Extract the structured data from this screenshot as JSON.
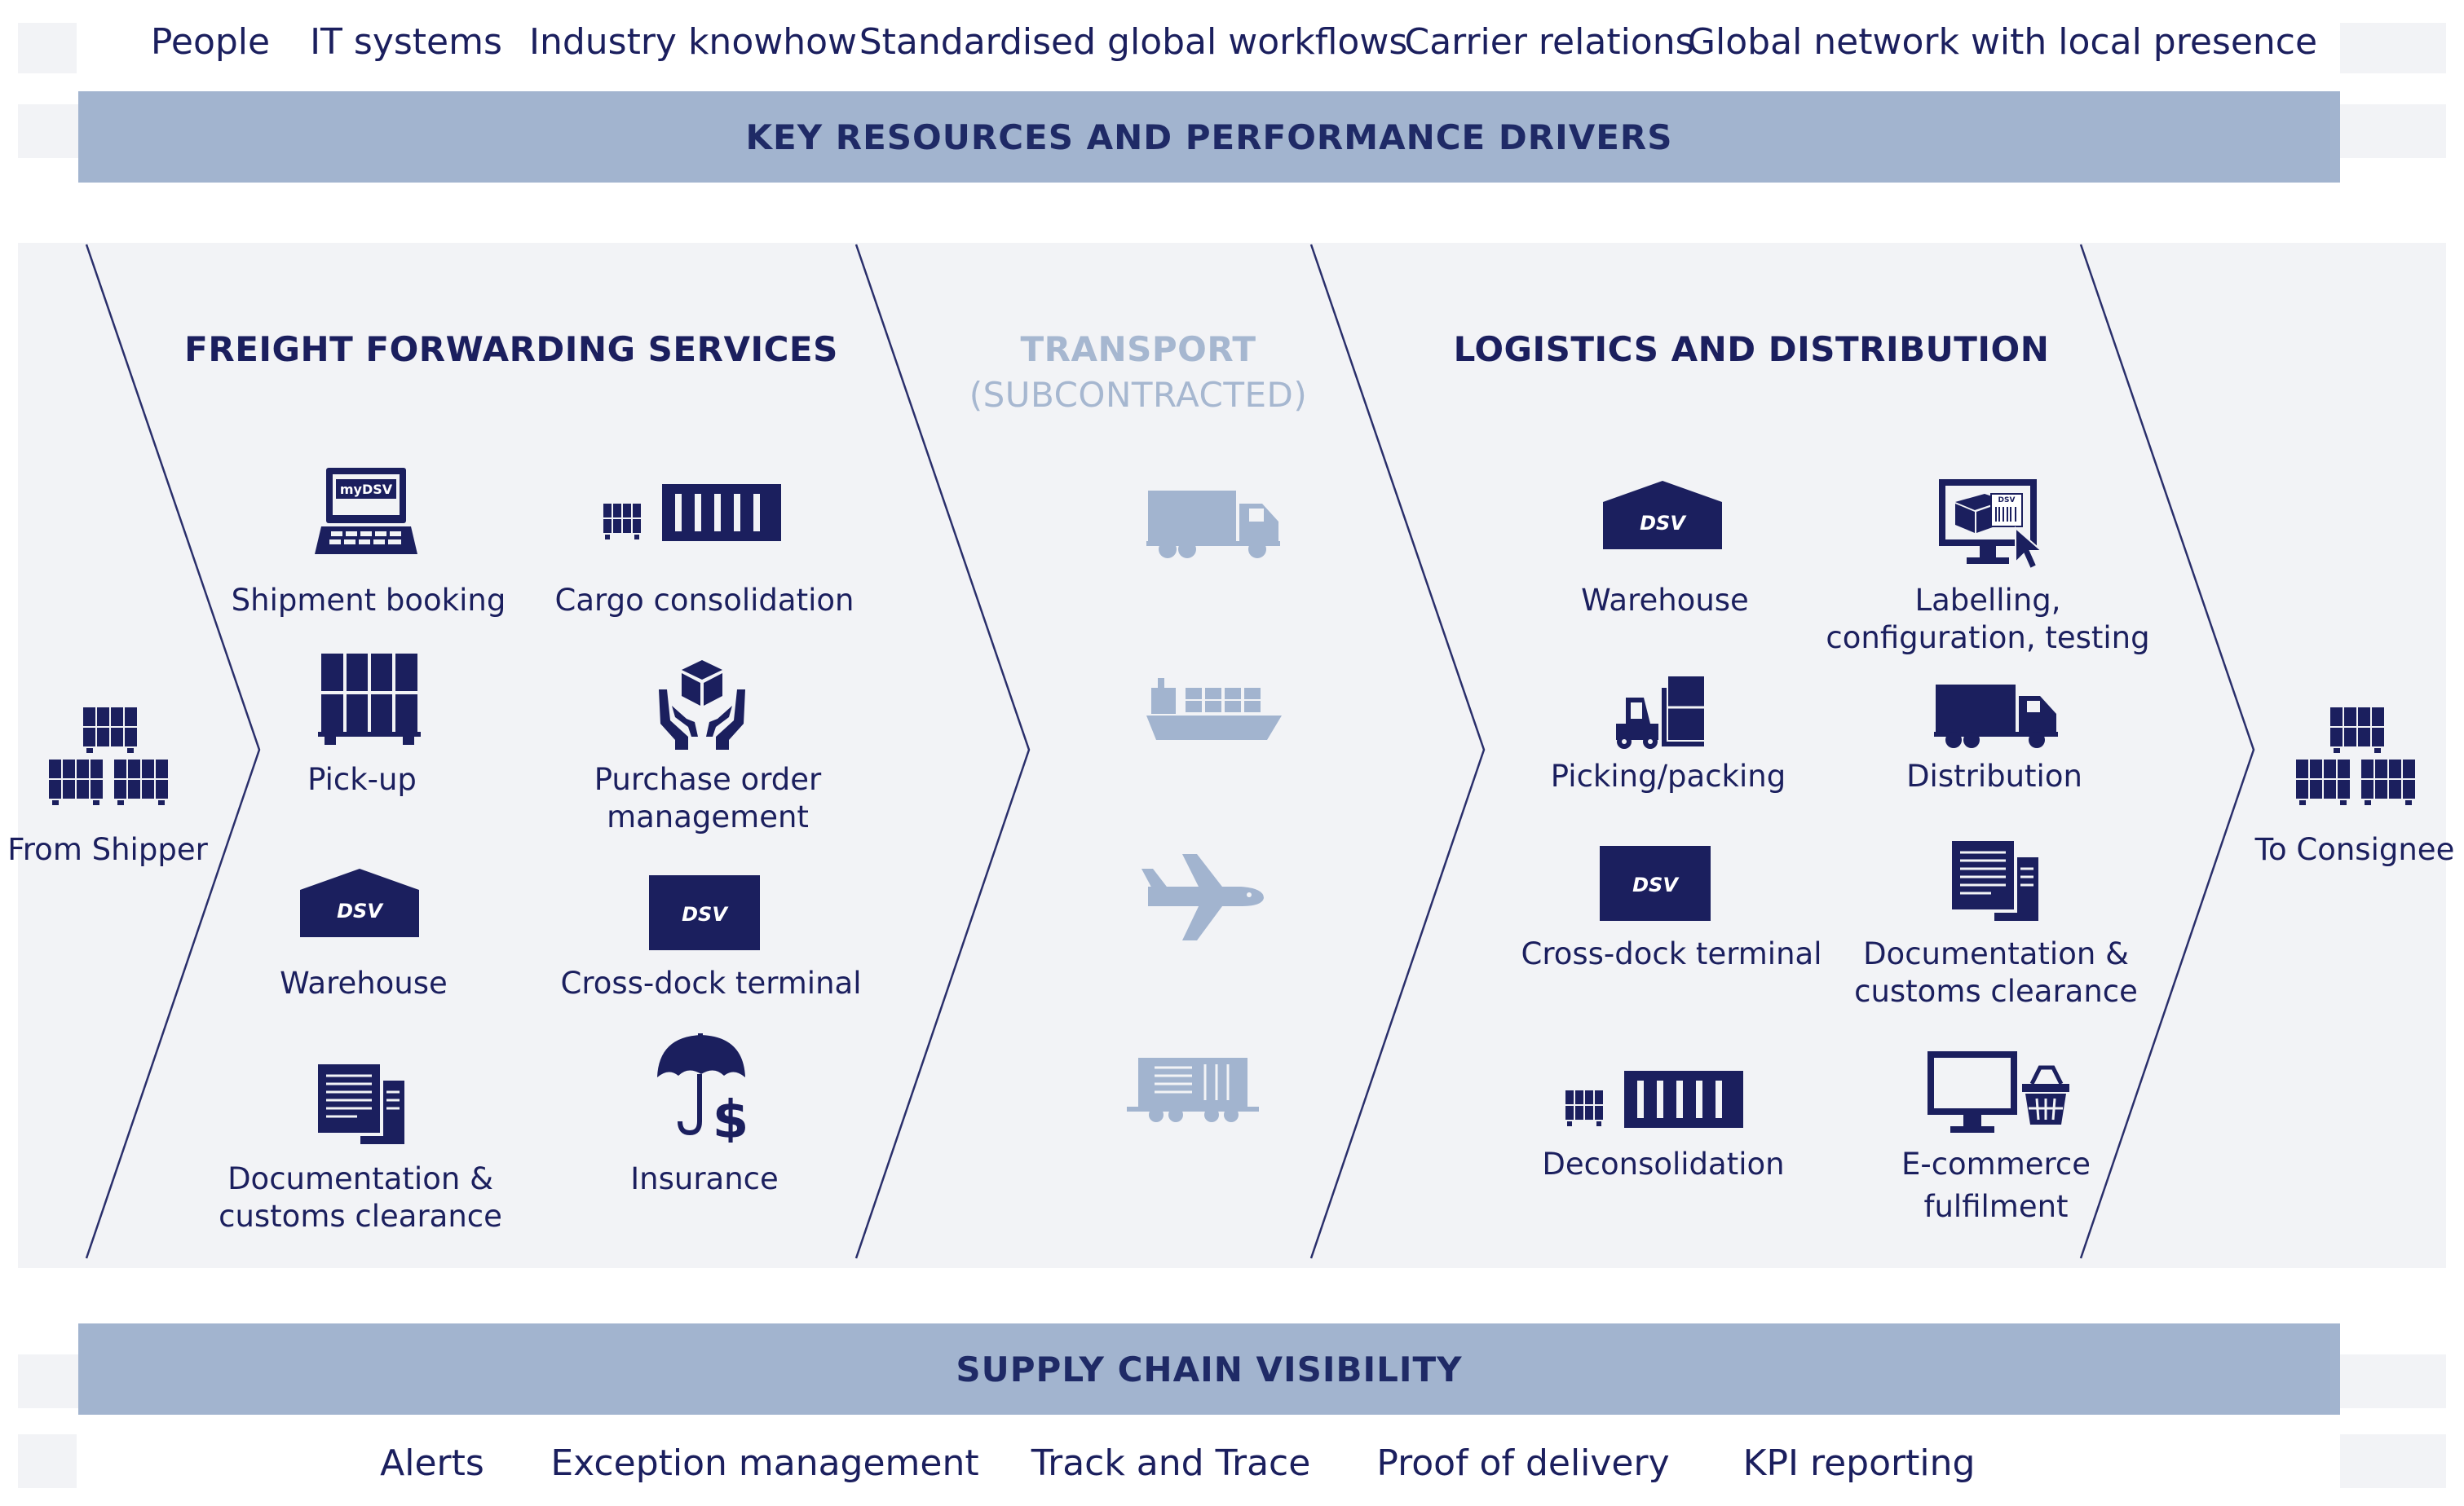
{
  "resources": {
    "items": [
      "People",
      "IT systems",
      "Industry knowhow",
      "Standardised global workflows",
      "Carrier relations",
      "Global network with local presence"
    ],
    "band_label": "KEY RESOURCES AND PERFORMANCE DRIVERS"
  },
  "endpoints": {
    "from": "From Shipper",
    "to": "To Consignee"
  },
  "freight_forwarding": {
    "title": "FREIGHT FORWARDING SERVICES",
    "services": [
      {
        "label": "Shipment booking",
        "icon": "laptop-mydsv-icon",
        "icon_text": "myDSV"
      },
      {
        "label": "Cargo consolidation",
        "icon": "container-consolidation-icon"
      },
      {
        "label": "Pick-up",
        "icon": "pallet-stack-icon"
      },
      {
        "label": "Purchase order",
        "label2": "management",
        "icon": "hands-box-icon"
      },
      {
        "label": "Warehouse",
        "icon": "warehouse-icon",
        "icon_text": "DSV"
      },
      {
        "label": "Cross-dock terminal",
        "icon": "cross-dock-icon",
        "icon_text": "DSV"
      },
      {
        "label": "Documentation &",
        "label2": "customs clearance",
        "icon": "documents-icon"
      },
      {
        "label": "Insurance",
        "icon": "umbrella-dollar-icon",
        "icon_text": "$"
      }
    ]
  },
  "transport": {
    "title": "TRANSPORT",
    "subtitle": "(SUBCONTRACTED)",
    "modes": [
      "truck-icon",
      "ship-icon",
      "plane-icon",
      "train-icon"
    ]
  },
  "logistics": {
    "title": "LOGISTICS AND DISTRIBUTION",
    "services": [
      {
        "label": "Warehouse",
        "icon": "warehouse-icon",
        "icon_text": "DSV"
      },
      {
        "label": "Labelling,",
        "label2": "configuration, testing",
        "icon": "monitor-label-icon",
        "icon_text": "DSV"
      },
      {
        "label": "Picking/packing",
        "icon": "forklift-icon"
      },
      {
        "label": "Distribution",
        "icon": "delivery-truck-icon"
      },
      {
        "label": "Cross-dock terminal",
        "icon": "cross-dock-icon",
        "icon_text": "DSV"
      },
      {
        "label": "Documentation &",
        "label2": "customs clearance",
        "icon": "documents-icon"
      },
      {
        "label": "Deconsolidation",
        "icon": "container-deconsolidation-icon"
      },
      {
        "label": "E-commerce",
        "label2": "fulfilment",
        "icon": "monitor-basket-icon"
      }
    ]
  },
  "visibility": {
    "band_label": "SUPPLY CHAIN VISIBILITY",
    "items": [
      "Alerts",
      "Exception management",
      "Track and Trace",
      "Proof of delivery",
      "KPI reporting"
    ]
  },
  "colors": {
    "navy": "#1b1f5e",
    "band": "#a2b4cf",
    "panel": "#f2f3f6",
    "light_icon": "#a2b4cf"
  }
}
